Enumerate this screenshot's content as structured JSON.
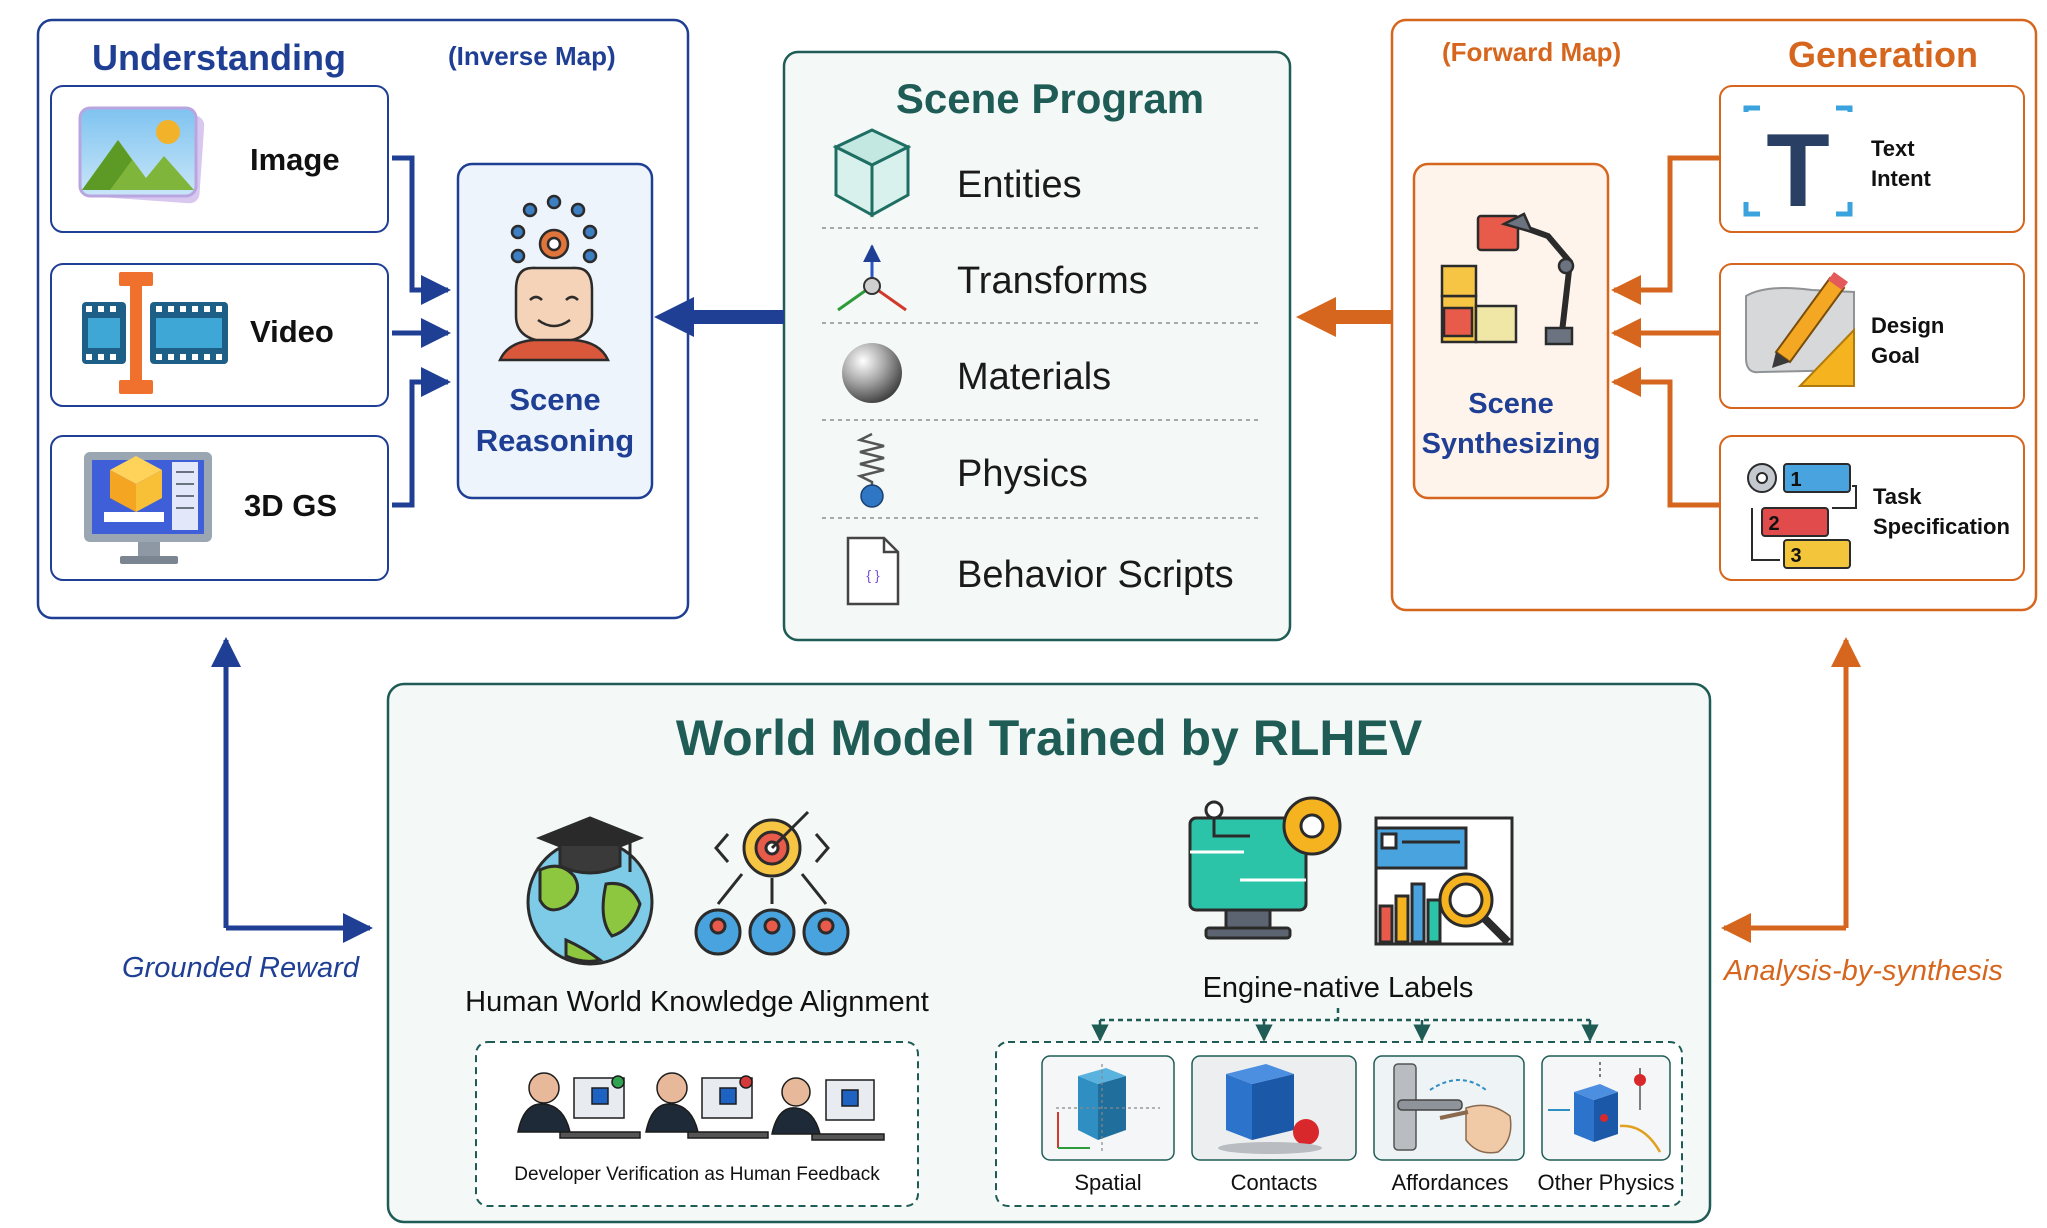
{
  "colors": {
    "blue": "#1f3f95",
    "orange": "#d6661d",
    "teal": "#1e5c55",
    "panel_bg_green": "#f4f8f6",
    "reasoning_bg": "#eef4fb",
    "synth_bg": "#fff4ec"
  },
  "understanding": {
    "title": "Understanding",
    "subtitle": "(Inverse Map)",
    "inputs": [
      "Image",
      "Video",
      "3D GS"
    ],
    "reasoning": {
      "line1": "Scene",
      "line2": "Reasoning"
    }
  },
  "scene_program": {
    "title": "Scene Program",
    "items": [
      {
        "label": "Entities",
        "icon": "cube-outline-icon"
      },
      {
        "label": "Transforms",
        "icon": "axes-icon"
      },
      {
        "label": "Materials",
        "icon": "sphere-icon"
      },
      {
        "label": "Physics",
        "icon": "spring-icon"
      },
      {
        "label": "Behavior Scripts",
        "icon": "script-file-icon"
      }
    ],
    "script_glyph": "{ }"
  },
  "generation": {
    "title": "Generation",
    "subtitle": "(Forward Map)",
    "synth": {
      "line1": "Scene",
      "line2": "Synthesizing"
    },
    "inputs": [
      {
        "line1": "Text",
        "line2": "Intent",
        "icon": "text-t-icon"
      },
      {
        "line1": "Design",
        "line2": "Goal",
        "icon": "pencil-ruler-icon"
      },
      {
        "line1": "Task",
        "line2": "Specification",
        "icon": "task-list-icon"
      }
    ],
    "text_glyph": "T",
    "task_numbers": [
      "1",
      "2",
      "3"
    ]
  },
  "world_model": {
    "title": "World Model Trained by RLHEV",
    "alignment_label": "Human World Knowledge Alignment",
    "verification_label": "Developer Verification as Human Feedback",
    "engine_label": "Engine-native Labels",
    "label_types": [
      "Spatial",
      "Contacts",
      "Affordances",
      "Other Physics"
    ]
  },
  "feedback": {
    "left": "Grounded Reward",
    "right": "Analysis-by-synthesis"
  }
}
